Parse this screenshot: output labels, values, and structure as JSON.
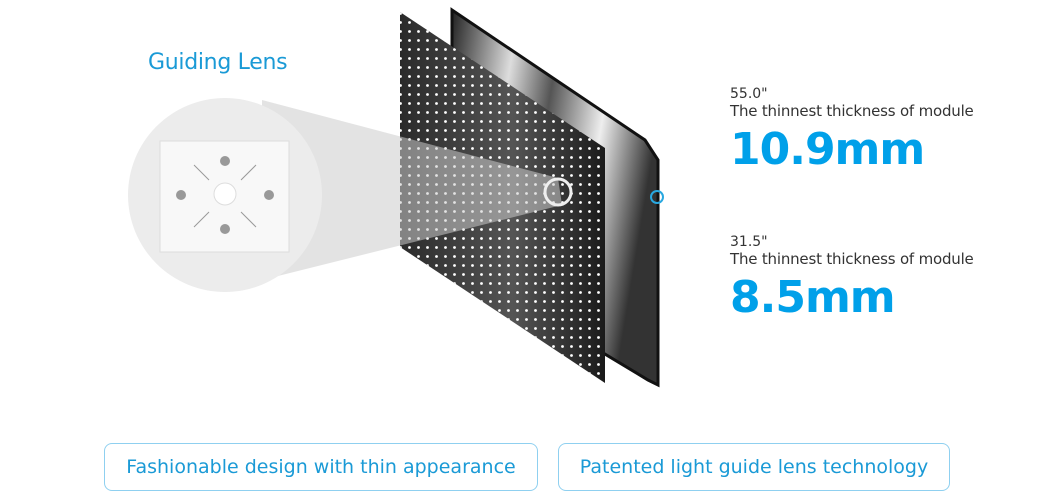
{
  "heading": "Guiding Lens",
  "specs": [
    {
      "size": "55.0\"",
      "description": "The thinnest thickness of module",
      "value": "10.9mm"
    },
    {
      "size": "31.5\"",
      "description": "The thinnest thickness of module",
      "value": "8.5mm"
    }
  ],
  "features": [
    "Fashionable design with thin appearance",
    "Patented light guide lens technology"
  ],
  "colors": {
    "accent": "#00a0e9",
    "border": "#8fd0f0"
  }
}
